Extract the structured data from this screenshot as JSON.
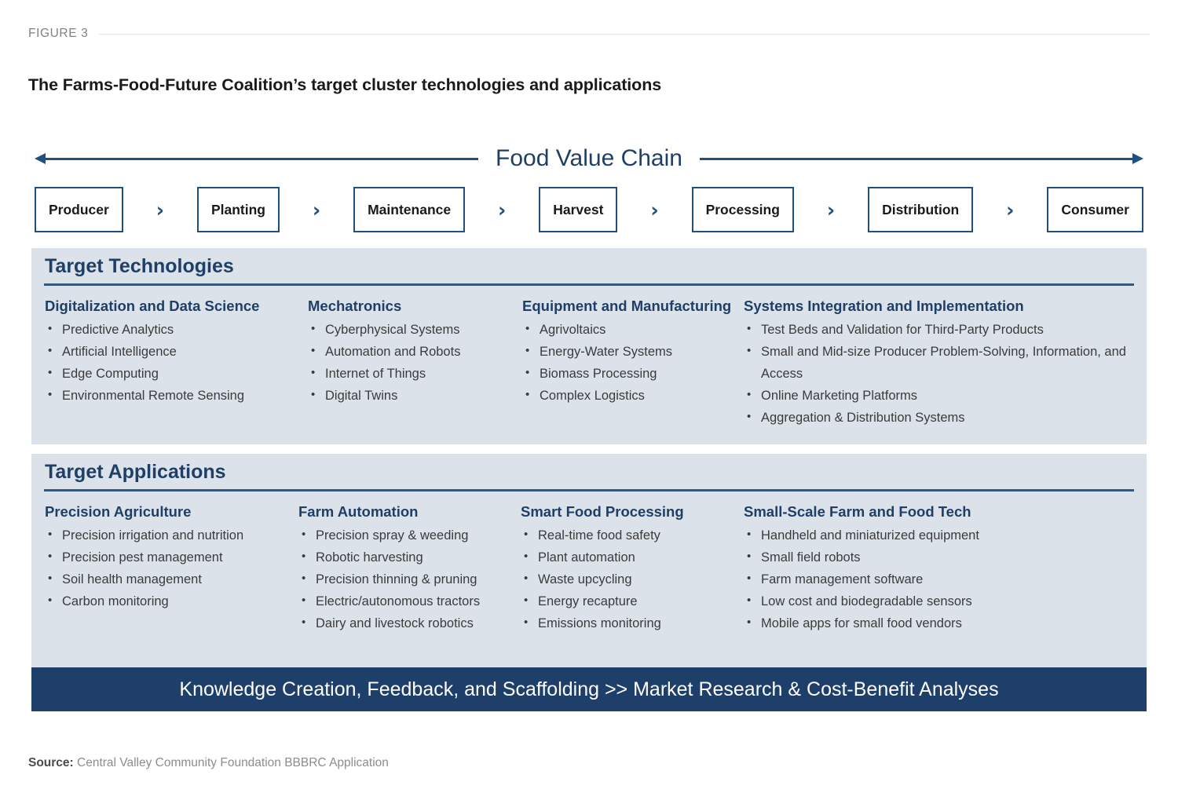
{
  "figure": {
    "label": "FIGURE 3",
    "title": "The Farms-Food-Future Coalition’s target cluster technologies and applications",
    "source_prefix": "Source:",
    "source_text": " Central Valley Community Foundation BBBRC Application"
  },
  "value_chain": {
    "title": "Food Value Chain",
    "chevron": "›",
    "stages": [
      {
        "label": "Producer"
      },
      {
        "label": "Planting"
      },
      {
        "label": "Maintenance"
      },
      {
        "label": "Harvest"
      },
      {
        "label": "Processing"
      },
      {
        "label": "Distribution"
      },
      {
        "label": "Consumer"
      }
    ]
  },
  "panels": [
    {
      "id": "technologies",
      "title": "Target Technologies",
      "columns": [
        {
          "title": "Digitalization and Data Science",
          "items": [
            "Predictive Analytics",
            "Artificial Intelligence",
            "Edge Computing",
            "Environmental Remote Sensing"
          ]
        },
        {
          "title": "Mechatronics",
          "items": [
            "Cyberphysical Systems",
            "Automation and Robots",
            "Internet of Things",
            "Digital Twins"
          ]
        },
        {
          "title": "Equipment and Manufacturing",
          "items": [
            "Agrivoltaics",
            "Energy-Water Systems",
            "Biomass Processing",
            "Complex Logistics"
          ]
        },
        {
          "title": "Systems Integration and Implementation",
          "items": [
            "Test Beds and Validation for Third-Party Products",
            "Small and Mid-size Producer Problem-Solving, Information, and Access",
            "Online Marketing Platforms",
            "Aggregation & Distribution Systems"
          ]
        }
      ]
    },
    {
      "id": "applications",
      "title": "Target Applications",
      "columns": [
        {
          "title": "Precision Agriculture",
          "items": [
            "Precision irrigation and nutrition",
            "Precision pest management",
            "Soil health management",
            "Carbon monitoring"
          ]
        },
        {
          "title": "Farm Automation",
          "items": [
            "Precision spray & weeding",
            "Robotic harvesting",
            "Precision thinning & pruning",
            "Electric/autonomous tractors",
            "Dairy and livestock robotics"
          ]
        },
        {
          "title": "Smart Food Processing",
          "items": [
            "Real-time food safety",
            "Plant automation",
            "Waste upcycling",
            "Energy recapture",
            "Emissions monitoring"
          ]
        },
        {
          "title": "Small-Scale Farm and Food Tech",
          "items": [
            "Handheld and miniaturized equipment",
            "Small field robots",
            "Farm management software",
            "Low cost and biodegradable sensors",
            "Mobile apps for small food vendors"
          ]
        }
      ]
    }
  ],
  "banner": {
    "text": "Knowledge Creation, Feedback, and Scaffolding >> Market Research & Cost-Benefit Analyses"
  },
  "colors": {
    "panel_bg": "#dbe2ea",
    "navy": "#1f3f66",
    "banner_bg": "#1f3f6b",
    "accent_rule": "#2a5a8c",
    "box_border": "#205081",
    "body_text": "#3b3b3b",
    "muted": "#808285"
  }
}
